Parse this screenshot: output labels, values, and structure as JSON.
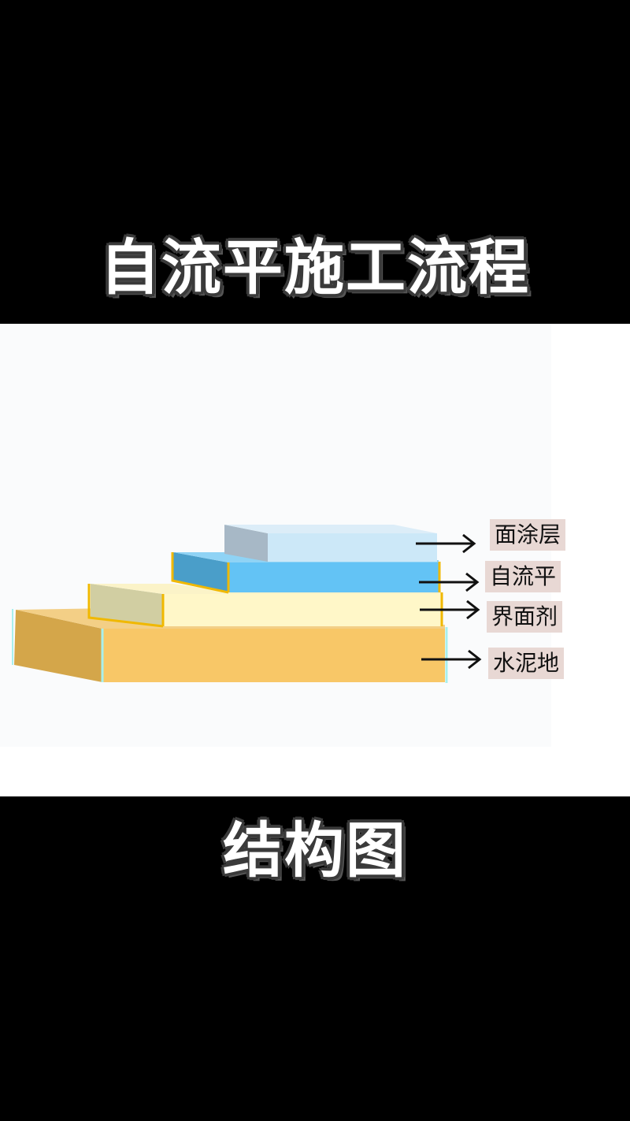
{
  "title_top": "自流平施工流程",
  "title_bottom": "结构图",
  "diagram": {
    "layers": [
      {
        "label": "面涂层",
        "front_color": "#cce8f8",
        "side_color": "#a7b8c6"
      },
      {
        "label": "自流平",
        "front_color": "#63c3f5",
        "side_color": "#4a9ec9"
      },
      {
        "label": "界面剂",
        "front_color": "#fff7c8",
        "side_color": "#d1cea2"
      },
      {
        "label": "水泥地",
        "front_color": "#f8c767",
        "side_color": "#d4a64a"
      }
    ],
    "edge_colors": {
      "gold": "#f0b800",
      "cyan": "#a8f0ee"
    }
  }
}
